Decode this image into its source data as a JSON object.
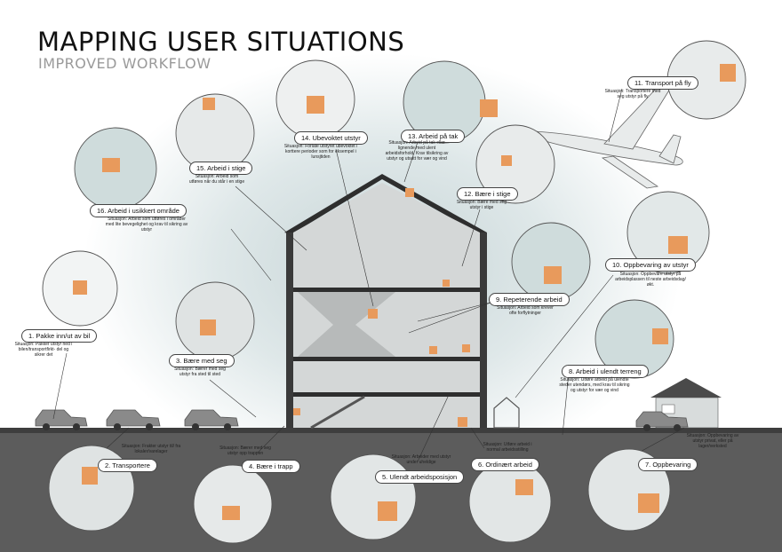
{
  "title": "MAPPING USER SITUATIONS",
  "subtitle": "IMPROVED WORKFLOW",
  "colors": {
    "box": "#e89a5c",
    "circle_bg": "#cfdcdc",
    "ground": "#5a5a5a",
    "wall": "#cfd2d2",
    "floor": "#2e2e2e"
  },
  "situations": [
    {
      "label": "1. Pakke inn/ut av bil",
      "text": "Situasjon: Pakker utstyr ned i bilen/transportfirkt- del og sikrer det"
    },
    {
      "label": "2. Transportere",
      "text": "Situasjon: Frakter utstyr til/ fra lokaler/varelager"
    },
    {
      "label": "3. Bære med seg",
      "text": "Situasjon: Bærer med seg utstyr fra sted til sted"
    },
    {
      "label": "4. Bære i trapp",
      "text": "Situasjon: Bærer med seg utstyr opp trappen"
    },
    {
      "label": "5. Ulendt arbeidsposisjon",
      "text": "Situasjon: Arbeider med utstyr under uheldige"
    },
    {
      "label": "6. Ordinært arbeid",
      "text": "Situasjon: Utføre arbeid i normal arbeidsstilling"
    },
    {
      "label": "7. Oppbevaring",
      "text": "Situasjon: Oppbevaring av utstyr privat, eller på lager/verksted"
    },
    {
      "label": "8. Arbeid i ulendt terreng",
      "text": "Situasjon: Utføre arbeid på ulendte steder utendørs, med krav til sikring og utstyr for vær og vind"
    },
    {
      "label": "9. Repeterende arbeid",
      "text": "Situasjon: Arbeid som krever ofte forflytninger"
    },
    {
      "label": "10. Oppbevaring av utstyr",
      "text": "Situasjon: Oppbevare utstyr på arbeidsplassen til neste arbeidsdag/økt."
    },
    {
      "label": "11. Transport på fly",
      "text": "Situasjon: Transportere med seg utstyr på fly"
    },
    {
      "label": "12. Bære i stige",
      "text": "Situasjon: Bære med seg utstyr i stige"
    },
    {
      "label": "13. Arbeid på tak",
      "text": "Situasjon: Arbeid på tak eller lignende med ulent arbeidsforhold. Krav tilsikring av utstyr og utsatt for vær og vind"
    },
    {
      "label": "14. Ubevoktet utstyr",
      "text": "Situasjon: Forlate utstyret ubevoktet i korttere perioder som for eksempel i lunsjtiden"
    },
    {
      "label": "15. Arbeid i stige",
      "text": "Situasjon: Arbeid som utføres når du står i en stige"
    },
    {
      "label": "16. Arbeid i usikkert område",
      "text": "Situasjon: Arbeid som utføres i områder med lite bevegelighet og krav til sikring av utstyr"
    }
  ]
}
